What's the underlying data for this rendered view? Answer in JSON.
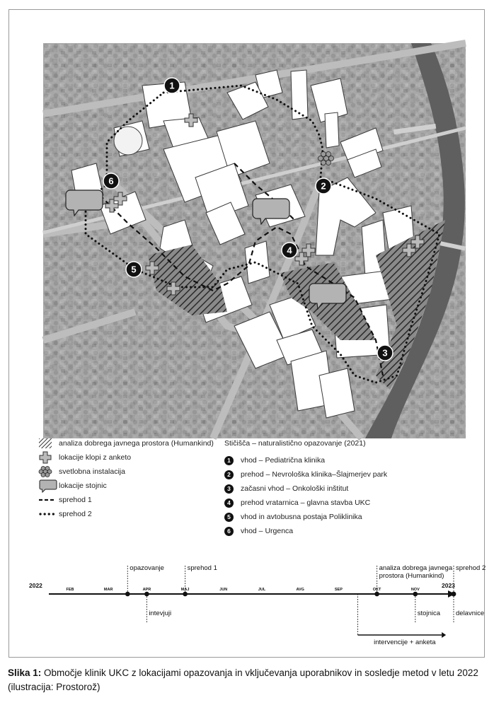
{
  "map": {
    "markers": [
      {
        "num": "1"
      },
      {
        "num": "2"
      },
      {
        "num": "3"
      },
      {
        "num": "4"
      },
      {
        "num": "5"
      },
      {
        "num": "6"
      }
    ]
  },
  "legend": {
    "left": [
      {
        "icon": "hatch-icon",
        "label": "analiza dobrega javnega prostora (Humankind)"
      },
      {
        "icon": "plus-icon",
        "label": "lokacije klopi z anketo"
      },
      {
        "icon": "flower-icon",
        "label": "svetlobna instalacija"
      },
      {
        "icon": "speech-bubble-icon",
        "label": "lokacije stojnic"
      },
      {
        "icon": "dashed-line-icon",
        "label": "sprehod 1"
      },
      {
        "icon": "dotted-line-icon",
        "label": "sprehod 2"
      }
    ],
    "right_title": "Stičišča – naturalistično opazovanje (2021)",
    "right": [
      {
        "num": "1",
        "label": "vhod – Pediatrična klinika"
      },
      {
        "num": "2",
        "label": "prehod – Nevrološka klinika–Šlajmerjev park"
      },
      {
        "num": "3",
        "label": "začasni vhod – Onkološki inštitut"
      },
      {
        "num": "4",
        "label": "prehod vratarnica – glavna stavba UKC"
      },
      {
        "num": "5",
        "label": "vhod in avtobusna postaja Poliklinika"
      },
      {
        "num": "6",
        "label": "vhod – Urgenca"
      }
    ]
  },
  "timeline": {
    "start_year": "2022",
    "end_year": "2023",
    "months": [
      "FEB",
      "MAR",
      "APR",
      "MAJ",
      "JUN",
      "JUL",
      "AVG",
      "SEP",
      "OKT",
      "NOV"
    ],
    "events_top": [
      {
        "label": "opazovanje",
        "month_pos": 1.5
      },
      {
        "label": "sprehod 1",
        "month_pos": 3.0
      },
      {
        "label": "analiza dobrega javnega",
        "label2": "prostora (Humankind)",
        "month_pos": 8.0
      },
      {
        "label": "sprehod 2",
        "month_pos": 10.0
      }
    ],
    "events_bottom": [
      {
        "label": "intevjuji",
        "month_pos": 2.0
      },
      {
        "label": "stojnica",
        "month_pos": 9.0
      },
      {
        "label": "delavnice",
        "month_pos": 10.0
      }
    ],
    "range": {
      "label": "intervencije + anketa",
      "from": 7.5,
      "to": 9.8
    }
  },
  "caption": {
    "label": "Slika 1:",
    "text": " Območje klinik UKC z lokacijami opazovanja in vključevanja uporabnikov in sosledje metod v letu 2022 (ilustracija: Prostorož)"
  }
}
